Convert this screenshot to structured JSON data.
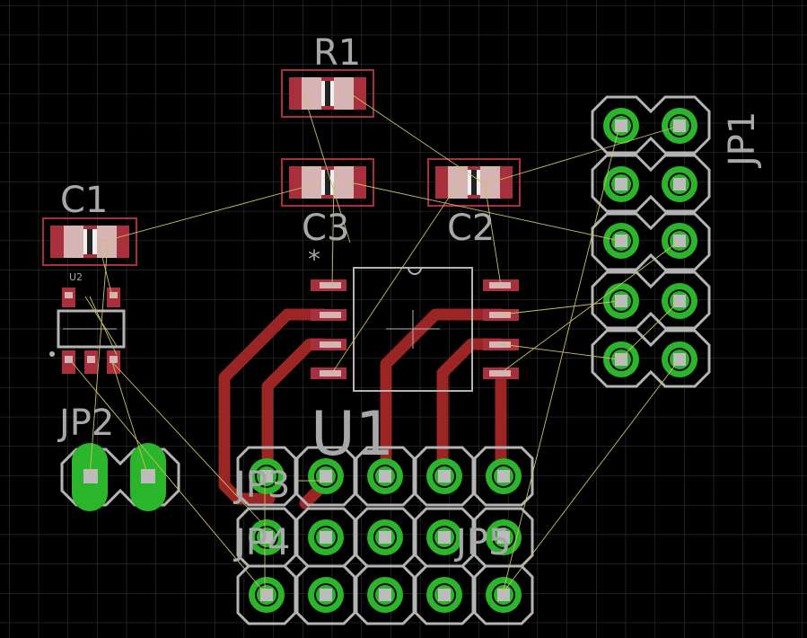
{
  "canvas": {
    "background": "#000000",
    "grid_color": "#3a3a3a",
    "trace_color": "#9b2424",
    "smd_pad_color": "#a8303c",
    "smd_pad_light": "#d6b4b4",
    "copper_ring": "#2bb52b",
    "airwire_color": "#c8c060",
    "outline_color": "#b4b4b4"
  },
  "labels": {
    "r1": "R1",
    "c1": "C1",
    "c2": "C2",
    "c3": "C3",
    "u1": "U1",
    "u2": "U2",
    "jp1": "JP1",
    "jp2": "JP2",
    "jp3": "JP3",
    "jp4": "JP4",
    "jp5": "JP5",
    "pin1_marker": "*"
  }
}
